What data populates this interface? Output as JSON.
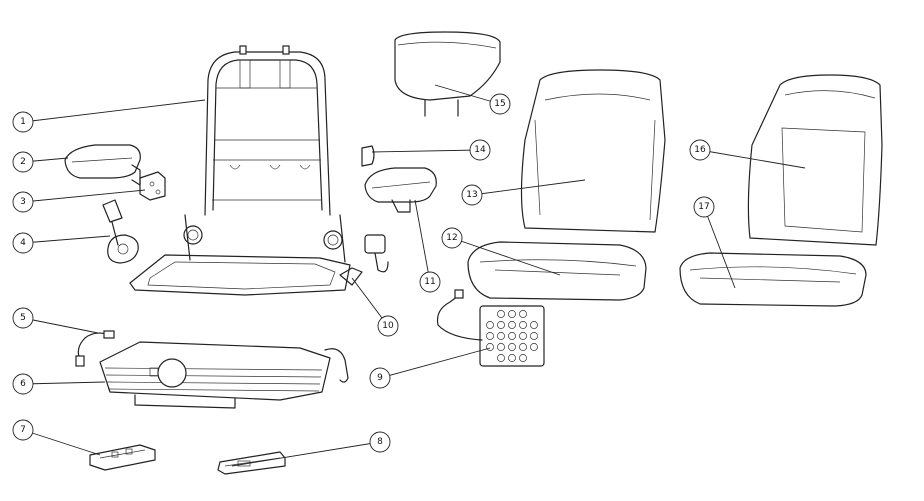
{
  "callouts": [
    {
      "id": "1",
      "name": "seat-frame"
    },
    {
      "id": "2",
      "name": "left-armrest"
    },
    {
      "id": "3",
      "name": "armrest-bracket"
    },
    {
      "id": "4",
      "name": "seat-belt-retractor"
    },
    {
      "id": "5",
      "name": "switch-cable"
    },
    {
      "id": "6",
      "name": "suspension-base"
    },
    {
      "id": "7",
      "name": "slide-rail-left"
    },
    {
      "id": "8",
      "name": "slide-rail-right"
    },
    {
      "id": "9",
      "name": "control-keypad"
    },
    {
      "id": "10",
      "name": "buckle-cover"
    },
    {
      "id": "11",
      "name": "right-armrest"
    },
    {
      "id": "12",
      "name": "seat-cushion"
    },
    {
      "id": "13",
      "name": "backrest-cushion"
    },
    {
      "id": "14",
      "name": "knob"
    },
    {
      "id": "15",
      "name": "headrest"
    },
    {
      "id": "16",
      "name": "backrest-cover"
    },
    {
      "id": "17",
      "name": "cushion-cover"
    }
  ]
}
